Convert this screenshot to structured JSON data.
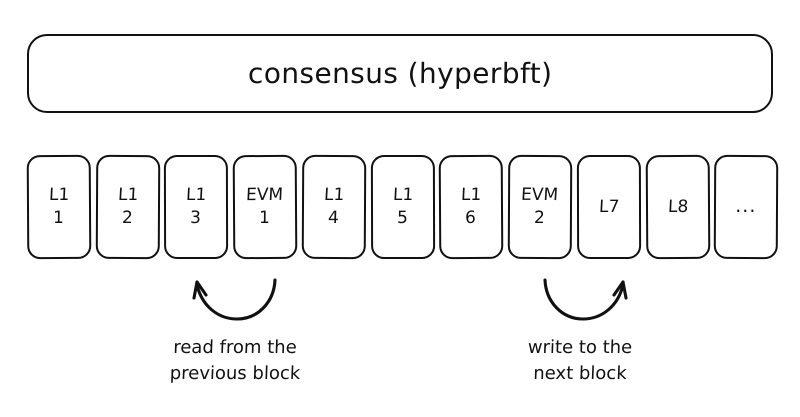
{
  "diagram": {
    "banner": {
      "label": "consensus (hyperbft)"
    },
    "blocks": [
      {
        "line1": "L1",
        "line2": "1"
      },
      {
        "line1": "L1",
        "line2": "2"
      },
      {
        "line1": "L1",
        "line2": "3"
      },
      {
        "line1": "EVM",
        "line2": "1"
      },
      {
        "line1": "L1",
        "line2": "4"
      },
      {
        "line1": "L1",
        "line2": "5"
      },
      {
        "line1": "L1",
        "line2": "6"
      },
      {
        "line1": "EVM",
        "line2": "2"
      },
      {
        "line1": "L7",
        "line2": ""
      },
      {
        "line1": "L8",
        "line2": ""
      },
      {
        "line1": "...",
        "line2": ""
      }
    ],
    "annotations": {
      "read": {
        "line1": "read from the",
        "line2": "previous block"
      },
      "write": {
        "line1": "write to the",
        "line2": "next block"
      }
    },
    "colors": {
      "stroke": "#111111",
      "background": "#ffffff"
    }
  }
}
